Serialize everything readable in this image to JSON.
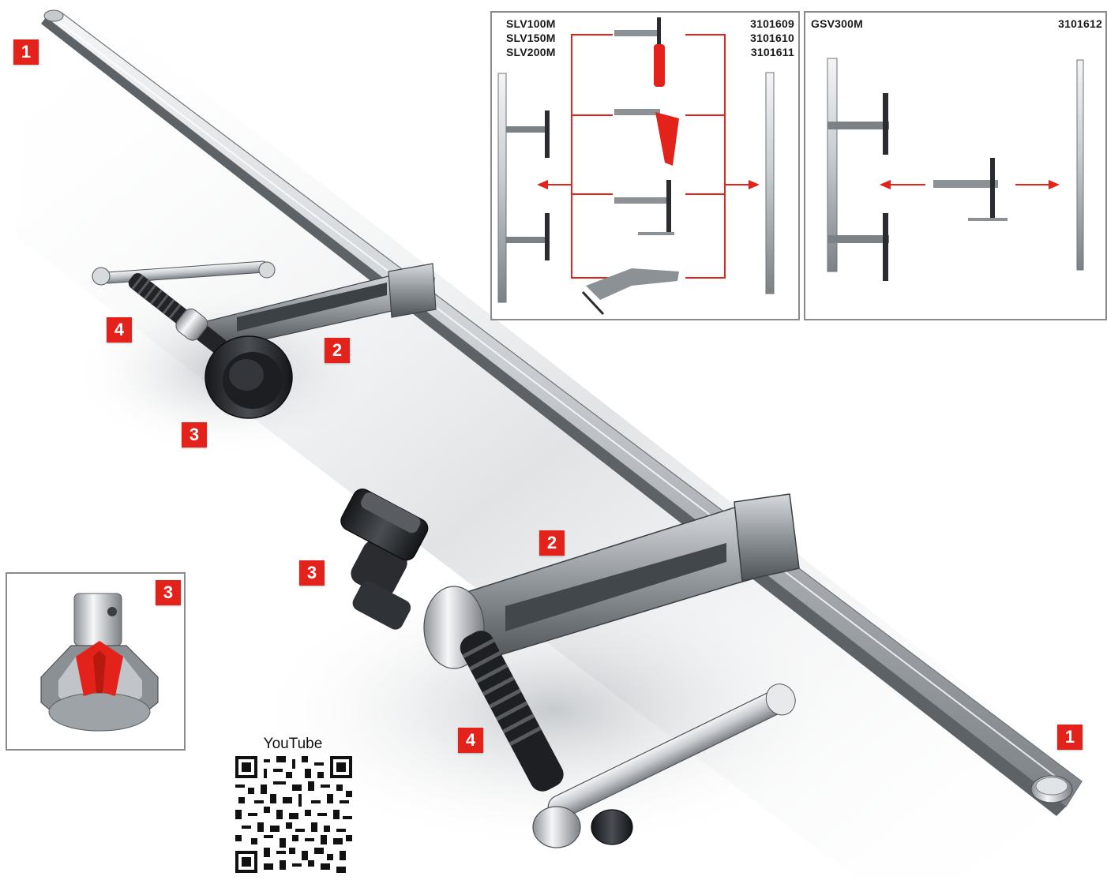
{
  "badges": {
    "bar_end_top": "1",
    "bar_end_bottom": "1",
    "arm_small": "2",
    "arm_large": "2",
    "pad_small": "3",
    "pad_large": "3",
    "pad_inset": "3",
    "spindle_small": "4",
    "spindle_large": "4"
  },
  "accessory_panel_left": {
    "models": [
      "SLV100M",
      "SLV150M",
      "SLV200M"
    ],
    "codes": [
      "3101609",
      "3101610",
      "3101611"
    ]
  },
  "accessory_panel_right": {
    "model": "GSV300M",
    "code": "3101612"
  },
  "youtube": {
    "label": "YouTube"
  },
  "colors": {
    "accent_red": "#e3231b",
    "steel_light": "#e4e6e8",
    "steel_mid": "#a9aeb3",
    "steel_dark": "#5c6166",
    "black_metal": "#2a2c2e"
  },
  "icons": [
    "clamp-illustration",
    "red-arrow-icon",
    "qr-code"
  ]
}
